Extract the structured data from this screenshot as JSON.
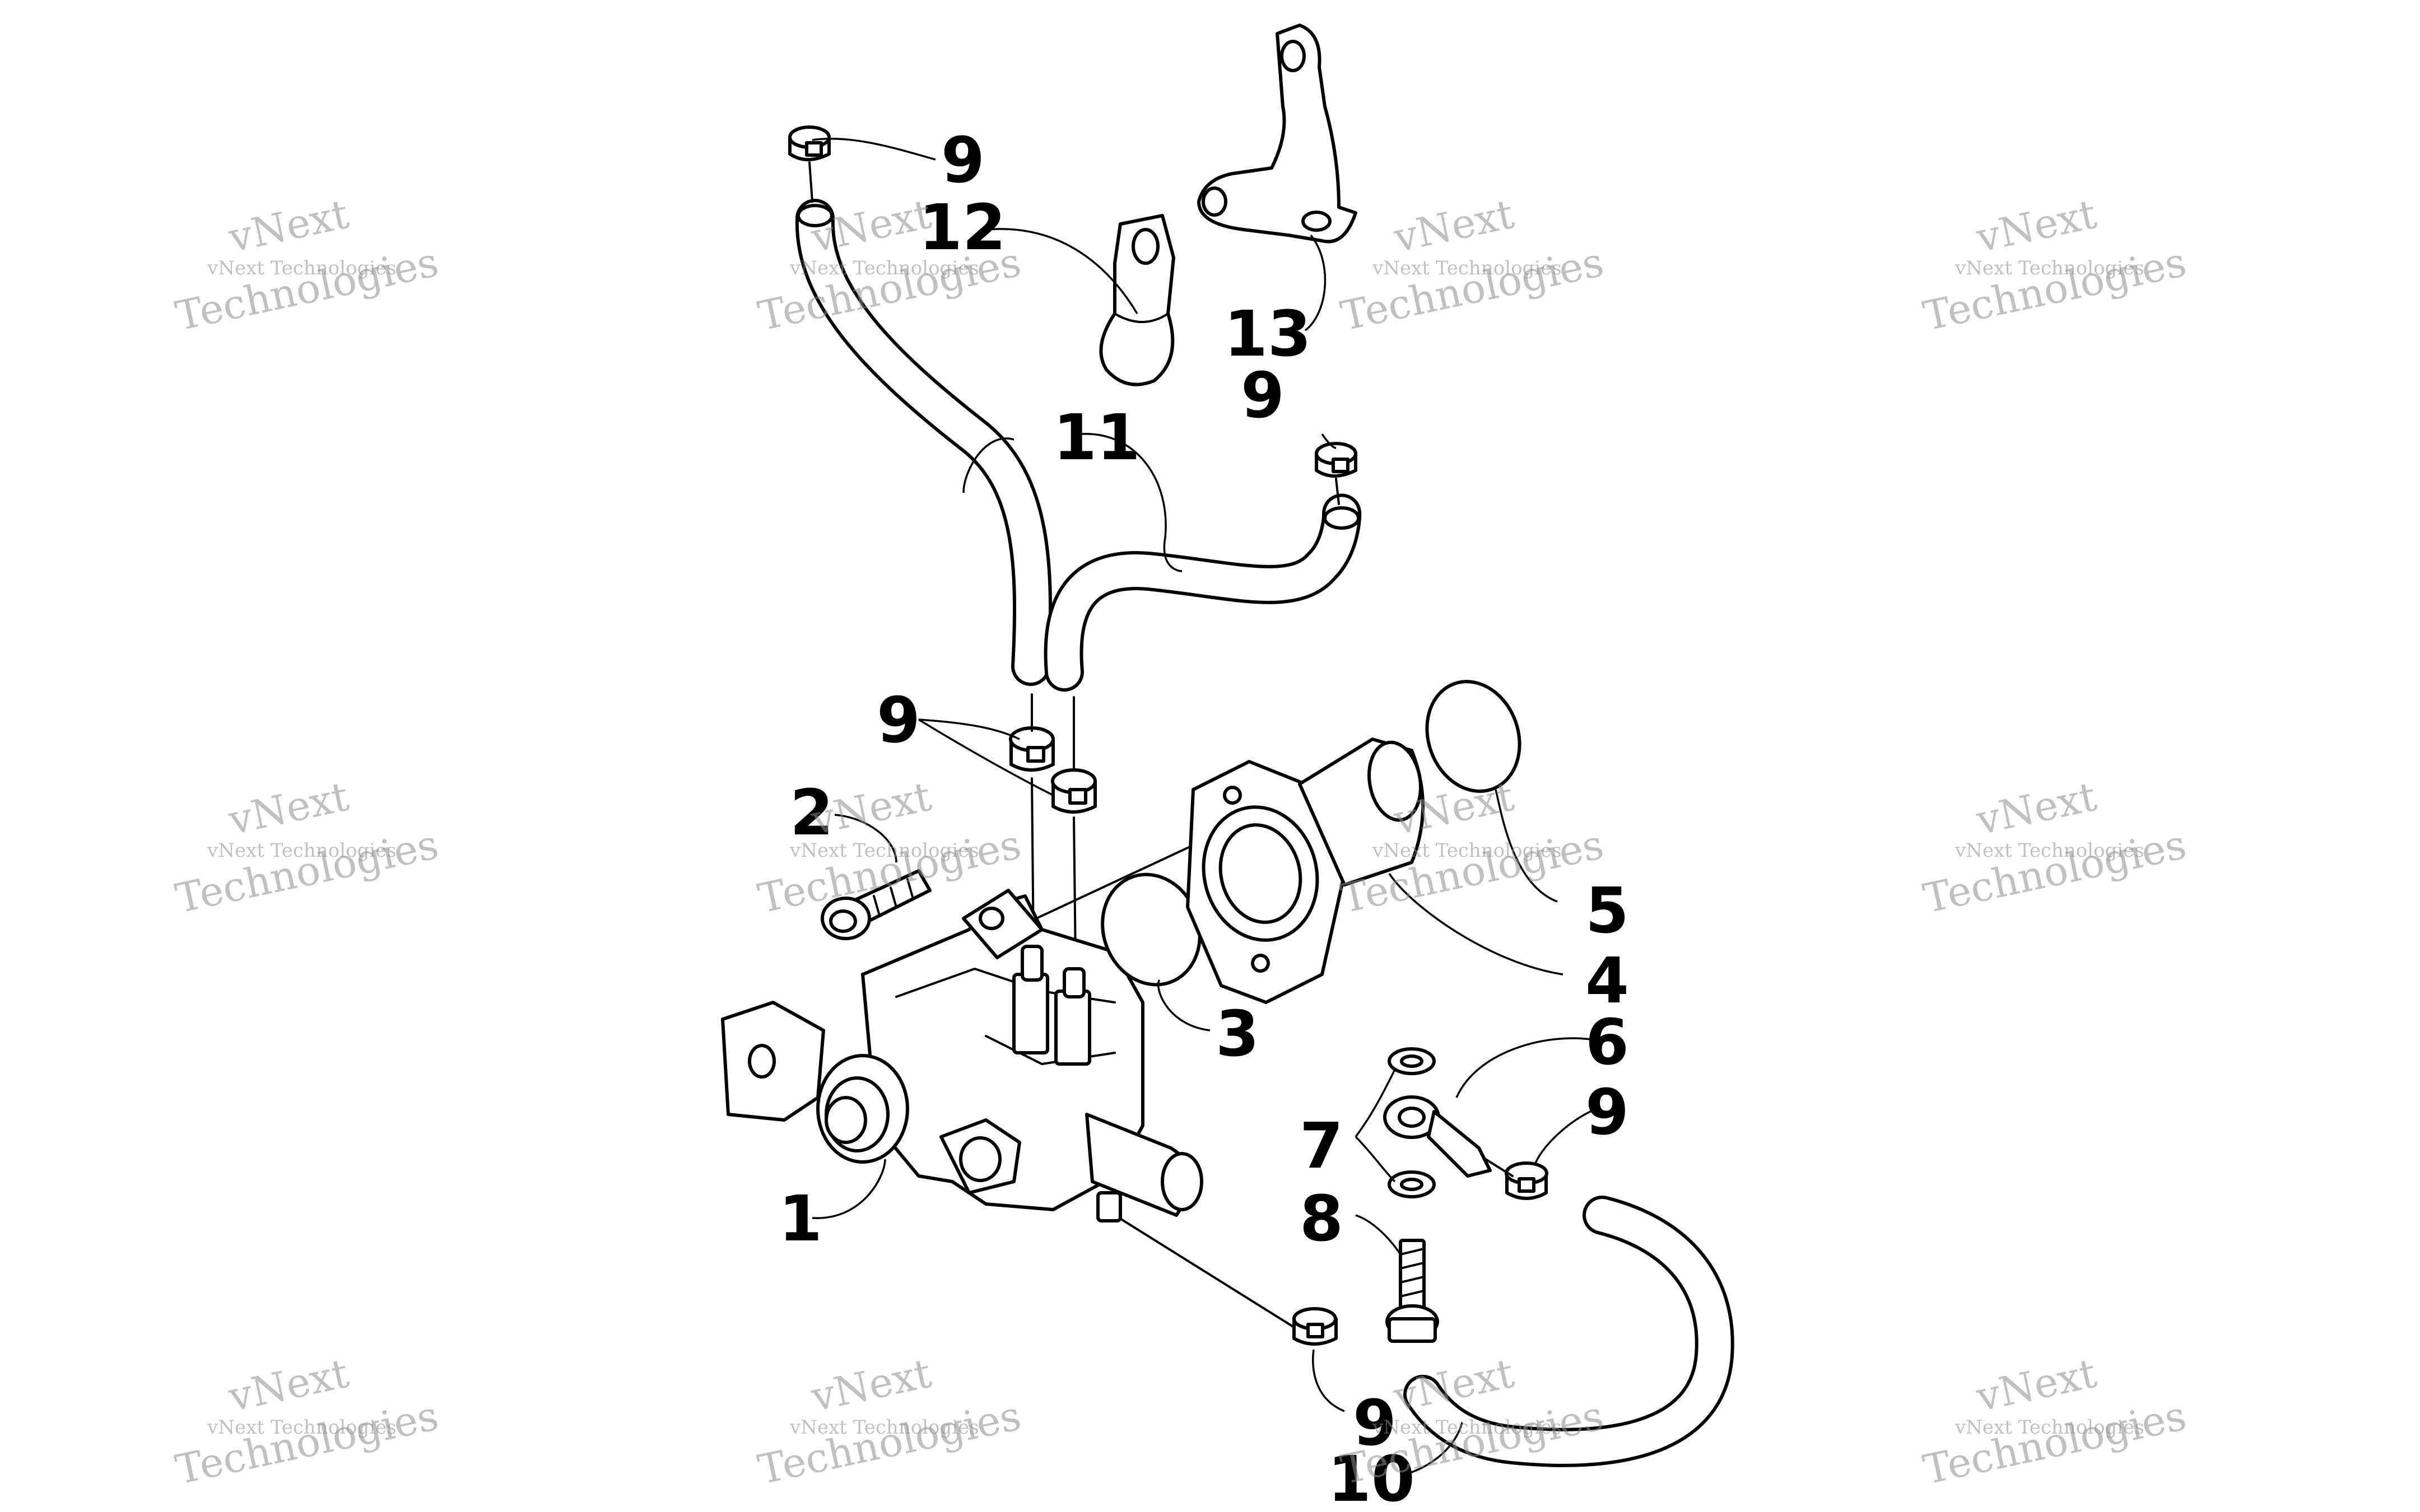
{
  "callouts": [
    {
      "id": "c1",
      "label": "1"
    },
    {
      "id": "c2",
      "label": "2"
    },
    {
      "id": "c3",
      "label": "3"
    },
    {
      "id": "c4",
      "label": "4"
    },
    {
      "id": "c5",
      "label": "5"
    },
    {
      "id": "c6",
      "label": "6"
    },
    {
      "id": "c7",
      "label": "7"
    },
    {
      "id": "c8",
      "label": "8"
    },
    {
      "id": "c9a",
      "label": "9"
    },
    {
      "id": "c9b",
      "label": "9"
    },
    {
      "id": "c9c",
      "label": "9"
    },
    {
      "id": "c9d",
      "label": "9"
    },
    {
      "id": "c9e",
      "label": "9"
    },
    {
      "id": "c10",
      "label": "10"
    },
    {
      "id": "c11",
      "label": "11"
    },
    {
      "id": "c12",
      "label": "12"
    },
    {
      "id": "c13",
      "label": "13"
    }
  ],
  "watermark": {
    "line1": "vNext Technologies",
    "line2": "vNext",
    "line3": "Technologies"
  }
}
